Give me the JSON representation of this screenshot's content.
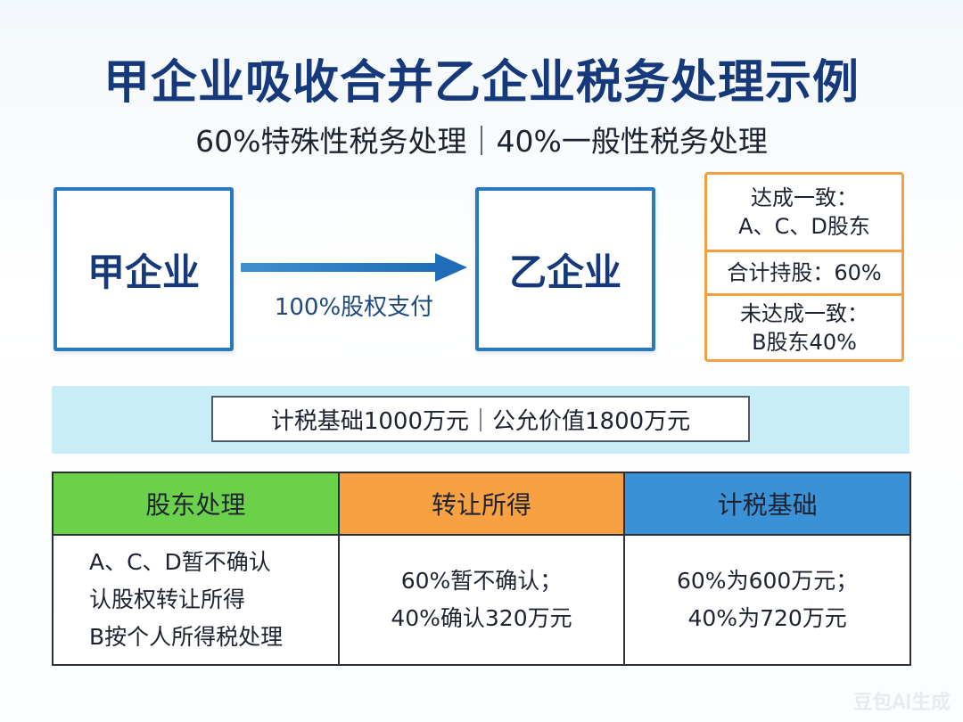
{
  "title": "甲企业吸收合并乙企业税务处理示例",
  "subtitle": "60%特殊性税务处理｜40%一般性税务处理",
  "entities": {
    "acquirer": "甲企业",
    "target": "乙企业"
  },
  "arrow_label": "100%股权支付",
  "shareholders": {
    "agree_label": "达成一致：",
    "agree_value": "A、C、D股东",
    "total": "合计持股：60%",
    "disagree_label": "未达成一致：",
    "disagree_value": "B股东40%"
  },
  "basis_box": "计税基础1000万元｜公允价值1800万元",
  "table": {
    "headers": [
      "股东处理",
      "转让所得",
      "计税基础"
    ],
    "col1": [
      "A、C、D暂不确认",
      "认股权转让所得",
      "B按个人所得税处理"
    ],
    "col2": [
      "60%暂不确认；",
      "40%确认320万元"
    ],
    "col3": [
      "60%为600万元；",
      "40%为720万元"
    ]
  },
  "watermark": "豆包AI生成",
  "colors": {
    "title": "#15397a",
    "entity_border": "#2a78bd",
    "arrow": "#2a78bd",
    "holders_border": "#f0a043",
    "band": "#c9edf7",
    "header_green": "#6cd14a",
    "header_orange": "#f7a142",
    "header_blue": "#3b91d6"
  }
}
